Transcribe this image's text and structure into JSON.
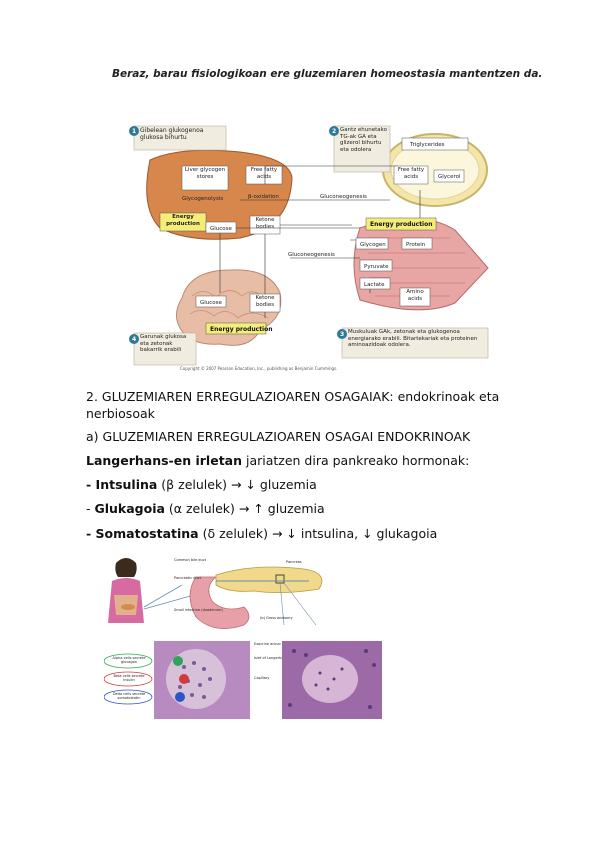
{
  "caption": "Beraz, barau fisiologikoan ere gluzemiaren homeostasia mantentzen da.",
  "figure1": {
    "callout1": "Gibelean glukogenoa glukosa bihurtu",
    "callout2": "Gantz ehunetako TG-ak GA eta glizerol bihurtu eta odolera",
    "callout3": "Muskuluak GAk, zetonak eta glukogenoa energiarako erabili. Bitartekariak eta proteinen aminoazidoak odolera.",
    "callout4": "Garunak glukosa eta zetonak bakarrik erabili",
    "n1": "1",
    "n2": "2",
    "n3": "3",
    "n4": "4",
    "liver_glycogen": "Liver glycogen stores",
    "glycogenolysis": "Glycogenolysis",
    "free_fatty_acids_liver": "Free fatty acids",
    "beta_oxidation": "β-oxidation",
    "energy_production": "Energy production",
    "glucose": "Glucose",
    "ketone_bodies": "Ketone bodies",
    "gluconeogenesis": "Gluconeogenesis",
    "triglycerides": "Triglycerides",
    "free_fatty_acids_adipose": "Free fatty acids",
    "glycerol": "Glycerol",
    "glycogen": "Glycogen",
    "protein": "Protein",
    "pyruvate": "Pyruvate",
    "lactate": "Lactate",
    "amino_acids": "Amino acids",
    "glucose_brain": "Glucose",
    "ketone_bodies_brain": "Ketone bodies",
    "copyright": "Copyright © 2007 Pearson Education, Inc., publishing as Benjamin Cummings."
  },
  "heading2": "2. GLUZEMIAREN ERREGULAZIOAREN OSAGAIAK: endokrinoak eta nerbiosoak",
  "heading_a": "a) GLUZEMIAREN ERREGULAZIOAREN OSAGAI ENDOKRINOAK",
  "langerhans": {
    "bold": "Langerhans-en irletan",
    "rest": " jariatzen dira pankreako hormonak:"
  },
  "items": [
    {
      "prefix": "- ",
      "bold": "Intsulina",
      "rest": " (β zelulek) → ↓ gluzemia",
      "prefix_bold": true
    },
    {
      "prefix": "- ",
      "bold": "Glukagoia",
      "rest": " (α zelulek) → ↑ gluzemia",
      "prefix_bold": false
    },
    {
      "prefix": "- ",
      "bold": "Somatostatina",
      "rest": " (δ zelulek) → ↓ intsulina, ↓ glukagoia",
      "prefix_bold": true
    }
  ],
  "figure2": {
    "common_bile_duct": "Common bile duct",
    "pancreas": "Pancreas",
    "pancreatic_duct": "Pancreatic duct",
    "small_intestine": "Small intestine (duodenum)",
    "gross_anatomy": "(b) Gross anatomy",
    "exocrine_acinar": "Exocrine acinar cells",
    "islet": "Islet of Langerhans",
    "alpha_cells": "Alpha cells secrete glucagon",
    "beta_cells": "Beta cells secrete insulin",
    "delta_cells": "Delta cells secrete somatostatin",
    "capillary": "Capillary"
  }
}
